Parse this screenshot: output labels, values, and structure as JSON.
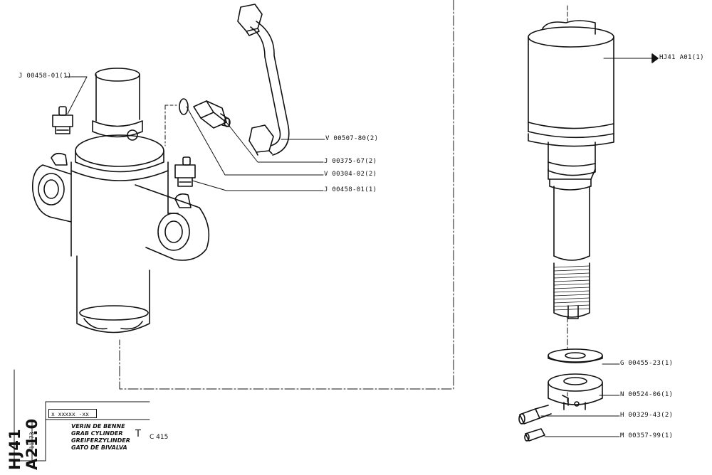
{
  "drawing": {
    "code": "HJ41 A21.0",
    "date": "11-73",
    "ref_box": "x xxxxx -xx",
    "titles": [
      "VERIN DE BENNE",
      "GRAB CYLINDER",
      "GREIFERZYLINDER",
      "GATO DE BIVALVA"
    ],
    "type_letter": "T",
    "model": "C 415"
  },
  "parts": {
    "p1": "J 00458-01(1)",
    "p2": "V 00507-80(2)",
    "p3": "J 00375-67(2)",
    "p4": "V 00304-02(2)",
    "p5": "J 00458-01(1)",
    "p6": "HJ41  A01(1)",
    "p7": "G 00455-23(1)",
    "p8": "N 00524-06(1)",
    "p9": "H 00329-43(2)",
    "p10": "M 00357-99(1)"
  }
}
